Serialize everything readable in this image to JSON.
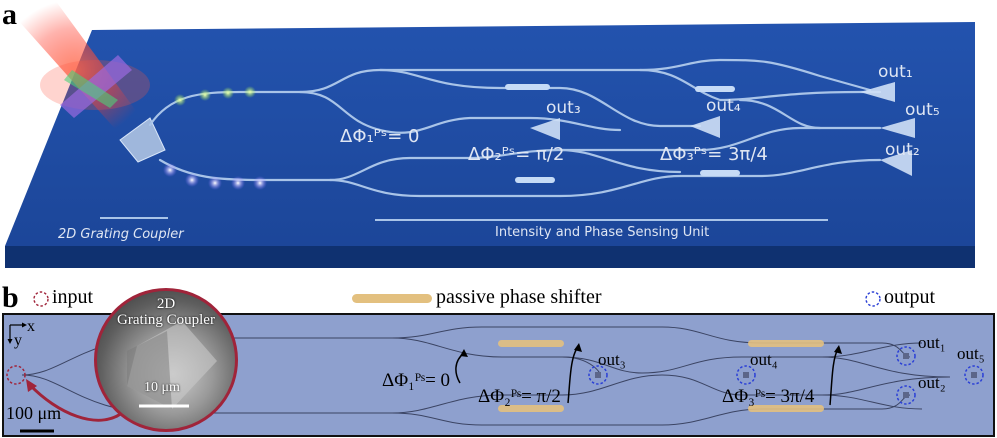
{
  "panel_a": {
    "letter": "a",
    "labels": {
      "out1": "out₁",
      "out2": "out₂",
      "out3": "out₃",
      "out4": "out₄",
      "out5": "out₅",
      "phi1": "ΔΦ₁ᴾˢ= 0",
      "phi2": "ΔΦ₂ᴾˢ= π/2",
      "phi3": "ΔΦ₃ᴾˢ= 3π/4",
      "grating_caption": "2D Grating Coupler",
      "sensing_caption": "Intensity and Phase Sensing Unit"
    }
  },
  "panel_b": {
    "letter": "b",
    "legend": {
      "input": "input",
      "shifter": "passive phase shifter",
      "output": "output"
    },
    "axes": {
      "x": "x",
      "y": "y"
    },
    "inset": {
      "title_line1": "2D",
      "title_line2": "Grating Coupler",
      "scale": "10 μm"
    },
    "scale_bar": "100 μm",
    "labels": {
      "phi1": "ΔΦ₁ᴾˢ= 0",
      "phi2": "ΔΦ₂ᴾˢ= π/2",
      "phi3": "ΔΦ₃ᴾˢ= 3π/4",
      "out1": "out₁",
      "out2": "out₂",
      "out3": "out₃",
      "out4": "out₄",
      "out5": "out₅"
    }
  },
  "colors": {
    "chip_top": "#1f4ea8",
    "chip_side": "#123a82",
    "waveguide": "#a9c4e8",
    "sem_bg": "#8ea0ce",
    "shifter": "#e3c07f",
    "input_circle": "#a0243a",
    "output_circle": "#2a3fd6"
  }
}
